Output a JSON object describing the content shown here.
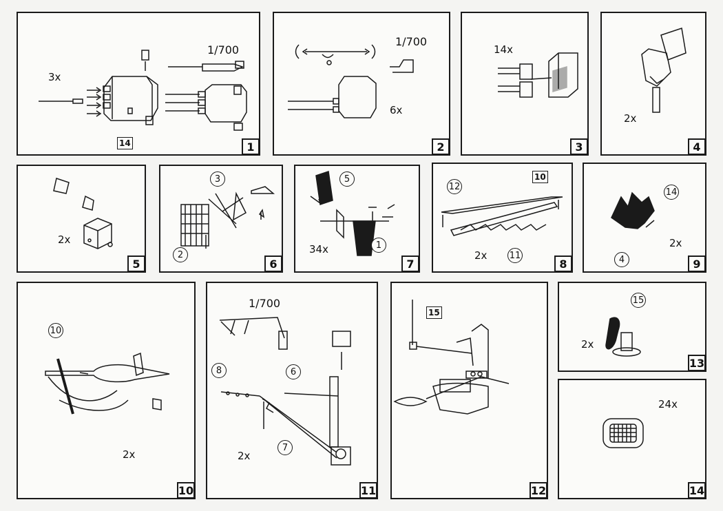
{
  "panels": [
    {
      "number": "1",
      "scale": "1/700",
      "qty": "3x",
      "part": "14"
    },
    {
      "number": "2",
      "scale": "1/700",
      "qty": "6x"
    },
    {
      "number": "3",
      "qty": "14x"
    },
    {
      "number": "4",
      "qty": "2x"
    },
    {
      "number": "5",
      "qty": "2x"
    },
    {
      "number": "6",
      "parts": [
        "3",
        "2"
      ]
    },
    {
      "number": "7",
      "qty": "34x",
      "parts": [
        "5",
        "1"
      ]
    },
    {
      "number": "8",
      "qty": "2x",
      "parts": [
        "12",
        "10",
        "11"
      ]
    },
    {
      "number": "9",
      "qty": "2x",
      "parts": [
        "14",
        "4"
      ]
    },
    {
      "number": "10",
      "qty": "2x",
      "parts": [
        "10"
      ]
    },
    {
      "number": "11",
      "scale": "1/700",
      "qty": "2x",
      "parts": [
        "8",
        "6",
        "7"
      ]
    },
    {
      "number": "12",
      "parts": [
        "15"
      ]
    },
    {
      "number": "13",
      "qty": "2x",
      "parts": [
        "15"
      ]
    },
    {
      "number": "14",
      "qty": "24x"
    }
  ]
}
